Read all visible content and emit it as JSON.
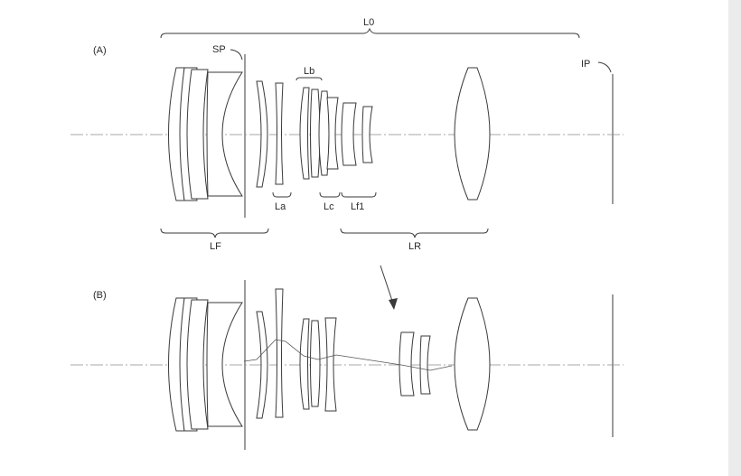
{
  "figure": {
    "panel_a_label": "(A)",
    "panel_b_label": "(B)",
    "labels": {
      "total_length": "L0",
      "stop": "SP",
      "image_plane": "IP",
      "group_b": "Lb",
      "group_a": "La",
      "group_c": "Lc",
      "group_f1": "Lf1",
      "front_group": "LF",
      "rear_group": "LR"
    }
  }
}
